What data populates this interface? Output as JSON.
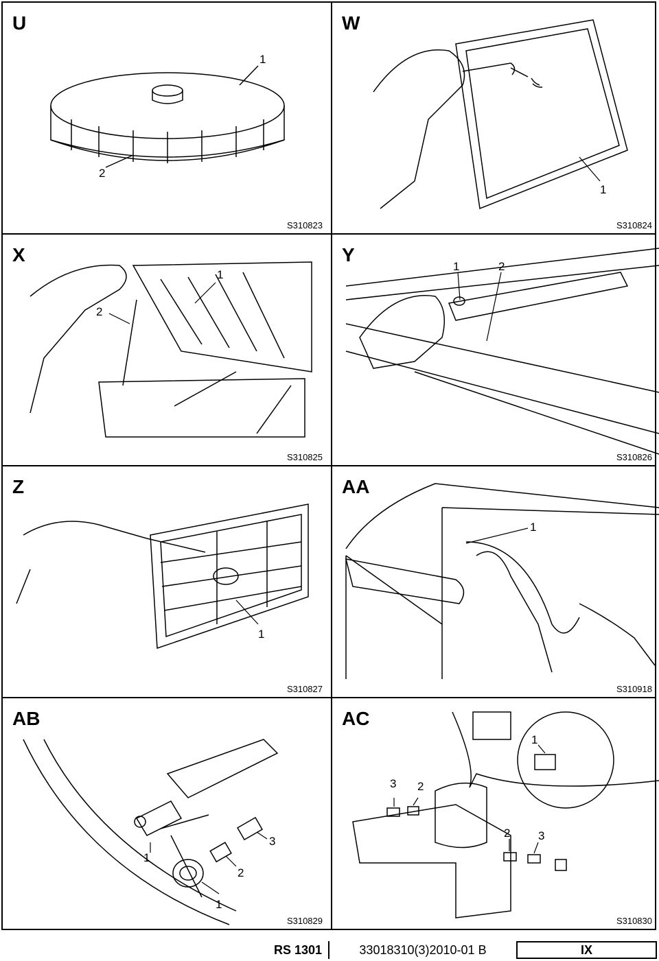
{
  "panels": [
    {
      "label": "U",
      "code": "S310823",
      "callouts": [
        "1",
        "2"
      ]
    },
    {
      "label": "W",
      "code": "S310824",
      "callouts": [
        "1"
      ]
    },
    {
      "label": "X",
      "code": "S310825",
      "callouts": [
        "1",
        "2"
      ]
    },
    {
      "label": "Y",
      "code": "S310826",
      "callouts": [
        "1",
        "2"
      ]
    },
    {
      "label": "Z",
      "code": "S310827",
      "callouts": [
        "1"
      ]
    },
    {
      "label": "AA",
      "code": "S310918",
      "callouts": [
        "1"
      ]
    },
    {
      "label": "AB",
      "code": "S310829",
      "callouts": [
        "1",
        "1",
        "2",
        "3"
      ]
    },
    {
      "label": "AC",
      "code": "S310830",
      "callouts": [
        "1",
        "3",
        "2",
        "2",
        "3"
      ]
    }
  ],
  "footer": {
    "model": "RS 1301",
    "doc_number": "33018310(3)2010-01 B",
    "page": "IX"
  }
}
